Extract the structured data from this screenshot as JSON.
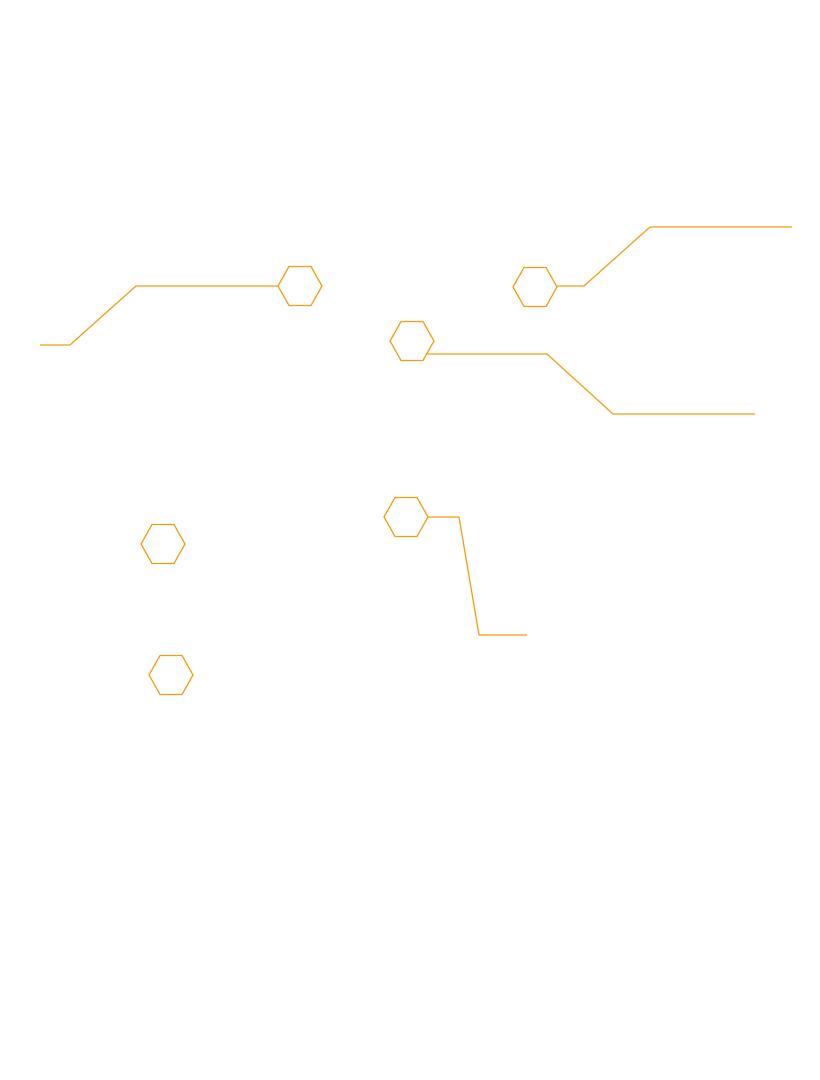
{
  "diagram": {
    "stroke_color": "#f39c12",
    "background_color": "#ffffff",
    "marker_shape": "hexagon-icon",
    "markers": [
      {
        "id": "marker-1",
        "has_leader": true
      },
      {
        "id": "marker-2",
        "has_leader": true
      },
      {
        "id": "marker-3",
        "has_leader": true
      },
      {
        "id": "marker-4",
        "has_leader": true
      },
      {
        "id": "marker-5",
        "has_leader": false
      },
      {
        "id": "marker-6",
        "has_leader": false
      }
    ]
  }
}
